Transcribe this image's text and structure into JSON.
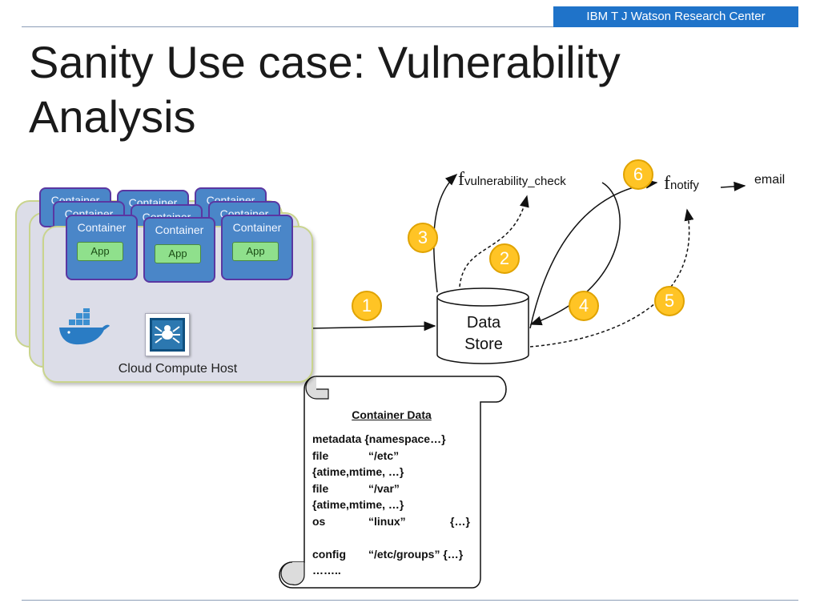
{
  "brand": "IBM T J Watson Research Center",
  "title_line1": "Sanity Use case: Vulnerability",
  "title_line2": "Analysis",
  "host": {
    "label": "Cloud Compute Host",
    "container_label": "Container",
    "app_label": "App"
  },
  "functions": {
    "f": "f",
    "vulnerability_check": "vulnerability_check",
    "notify": "notify"
  },
  "email": "email",
  "data_store": {
    "line1": "Data",
    "line2": "Store"
  },
  "steps": [
    "1",
    "2",
    "3",
    "4",
    "5",
    "6"
  ],
  "container_data": {
    "title": "Container Data",
    "lines": [
      [
        "metadata {namespace…}",
        "",
        ""
      ],
      [
        "file",
        "“/etc”",
        ""
      ],
      [
        "{atime,mtime, …}",
        "",
        ""
      ],
      [
        "file",
        "“/var”",
        ""
      ],
      [
        "{atime,mtime, …}",
        "",
        ""
      ],
      [
        "os",
        "“linux”",
        "{…}"
      ],
      [
        "",
        "",
        ""
      ],
      [
        "config",
        "“/etc/groups” {…}",
        ""
      ],
      [
        "……..",
        "",
        ""
      ]
    ]
  },
  "colors": {
    "brand_bg": "#1f73c9",
    "container": "#4a86c8",
    "container_border": "#5a37a2",
    "app": "#8fe08c",
    "badge": "#ffc425",
    "host": "#dcdde8"
  },
  "icons": {
    "docker": "docker-whale-icon",
    "crawler": "crawler-spider-icon"
  }
}
